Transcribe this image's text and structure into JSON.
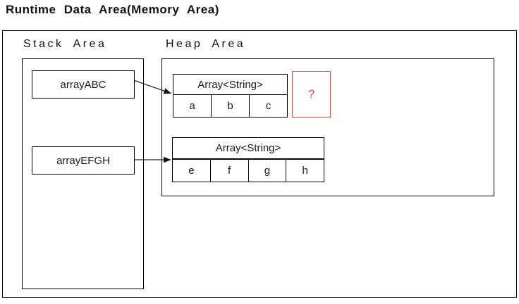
{
  "title": "Runtime Data Area(Memory Area)",
  "colors": {
    "line": "#000000",
    "unknown_red": "#e25a52",
    "background": "#ffffff"
  },
  "stack": {
    "label": "Stack Area",
    "variables": [
      {
        "name": "arrayABC"
      },
      {
        "name": "arrayEFGH"
      }
    ]
  },
  "heap": {
    "label": "Heap Area",
    "arrays": [
      {
        "type_label": "Array<String>",
        "elements": [
          "a",
          "b",
          "c"
        ]
      },
      {
        "type_label": "Array<String>",
        "elements": [
          "e",
          "f",
          "g",
          "h"
        ]
      }
    ],
    "unknown_box": {
      "label": "?"
    }
  }
}
